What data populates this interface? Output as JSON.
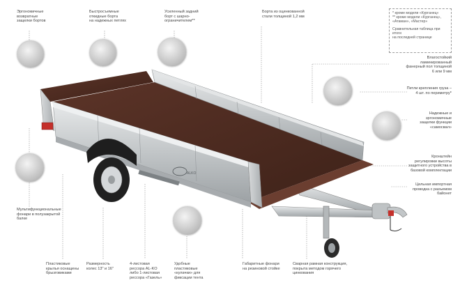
{
  "labels": {
    "hinged_boards": [
      "Эргономичные",
      "возвратные",
      "защелки бортов"
    ],
    "removable_boards": [
      "Быстросъемные",
      "откидные борта",
      "на надежных петлях"
    ],
    "reinforced_rear": [
      "Усиленный задний",
      "борт с шарно-",
      "ограничителем**"
    ],
    "side_steel": [
      "Борта из оцинкованной",
      "стали толщиной 1,2 мм"
    ],
    "floor": [
      "Влагостойкий",
      "ламинированный",
      "фанерный пол толщиной",
      "6 или 9 мм"
    ],
    "cargo_loops": [
      "Петли крепления груза –",
      "4 шт. по периметру*"
    ],
    "latches": [
      "Надежные и",
      "эргономичные",
      "защелки функции",
      "«самосвал»"
    ],
    "jockey_bracket": [
      "Кронштейн",
      "регулировки высоты",
      "защитного устройства в",
      "базовой комплектации"
    ],
    "wiring": [
      "Цельная импортная",
      "проводка с разъемом",
      "байонет"
    ],
    "rear_lights": [
      "Мультифункциональные",
      "фонари в полузакрытой",
      "балке"
    ],
    "fenders": [
      "Пластиковые",
      "крылья оснащены",
      "брызговиками"
    ],
    "wheels": [
      "Размерность",
      "колес 13\" и 16\""
    ],
    "springs": [
      "4-листовая",
      "рессора AL-KO",
      "либо 1-листовая",
      "рессора «Газель»"
    ],
    "tarp_hooks": [
      "Удобные",
      "пластиковые",
      "«кулачки» для",
      "фиксации тента"
    ],
    "side_markers": [
      "Габаритные фонари",
      "на резиновой стойке"
    ],
    "frame": [
      "Сварная рамная конструкция,",
      "покрыта методом горячего",
      "цинкования"
    ]
  },
  "note": [
    "* кроме модели «Курганец»",
    "** кроме модели «Курганец»,",
    "«Атаман», «Мастер»",
    "Сравнительная таблица при итоги",
    "на последней странице"
  ],
  "colors": {
    "deck": "#4a2a22",
    "steel": "#c9ccce",
    "line": "#8a8a8a",
    "accent_red": "#c4302b"
  }
}
